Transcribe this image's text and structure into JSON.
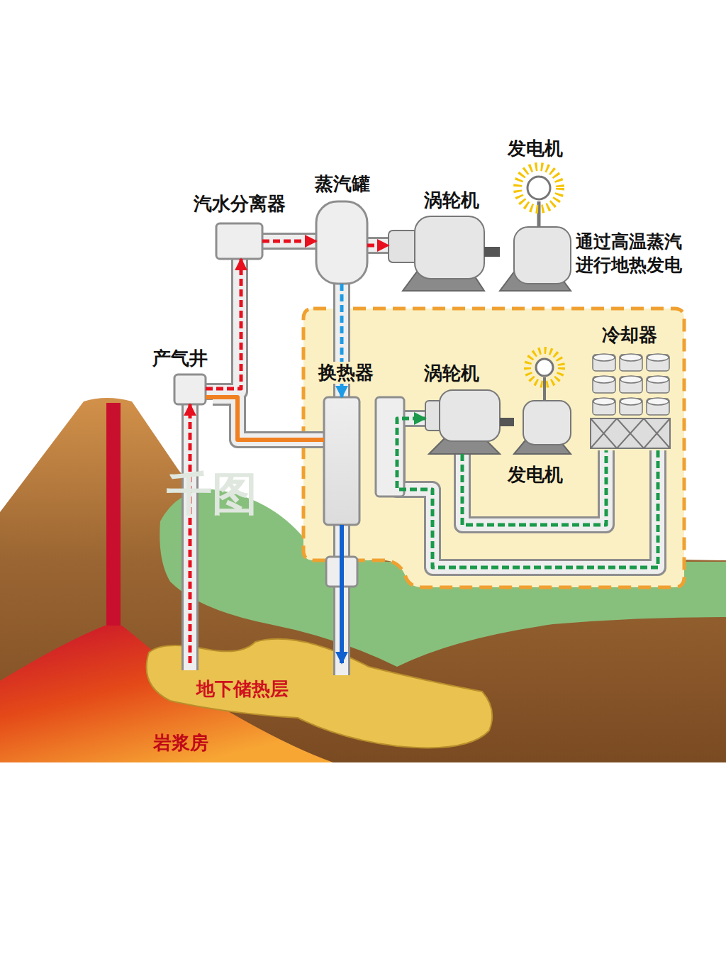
{
  "diagram": {
    "nodes": [
      {
        "text": [
          "发电机"
        ]
      },
      {
        "text": [
          "汽水分离器"
        ]
      },
      {
        "text": [
          "蒸汽罐"
        ]
      },
      {
        "text": [
          "涡轮机"
        ]
      },
      {
        "text": [
          "冷却器"
        ]
      },
      {
        "text": [
          "产气井"
        ]
      },
      {
        "text": [
          "换热器"
        ]
      },
      {
        "text": [
          "涡轮机"
        ]
      },
      {
        "text": [
          "发电机"
        ]
      },
      {
        "text": [
          "地下储热层"
        ]
      },
      {
        "text": [
          "岩浆房"
        ]
      }
    ],
    "edges": [
      {
        "from": 9,
        "to": 5,
        "arrow": "to"
      },
      {
        "from": 5,
        "to": 1,
        "arrow": "to"
      },
      {
        "from": 1,
        "to": 2,
        "arrow": "to"
      },
      {
        "from": 2,
        "to": 3,
        "arrow": "to"
      },
      {
        "from": 3,
        "to": 0,
        "arrow": "none"
      },
      {
        "from": 2,
        "to": 6,
        "arrow": "to"
      },
      {
        "from": 5,
        "to": 6,
        "arrow": "none"
      },
      {
        "from": 6,
        "to": 9,
        "arrow": "to"
      },
      {
        "from": 7,
        "to": 8,
        "arrow": "none"
      },
      {
        "from": 7,
        "to": 4,
        "arrow": "none"
      },
      {
        "from": 4,
        "to": 7,
        "arrow": "to"
      }
    ],
    "labels": [
      "通过高温蒸汽 进行地热发电",
      "千图"
    ]
  }
}
